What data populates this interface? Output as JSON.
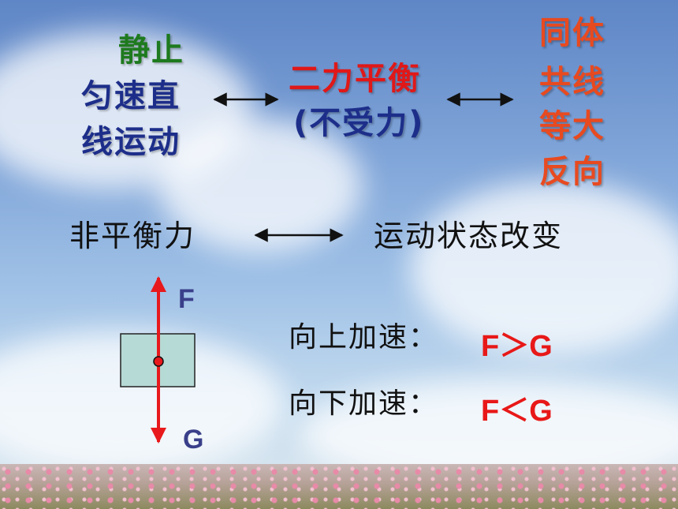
{
  "left_block": {
    "line1": "静止",
    "line2": "匀速直",
    "line3": "线运动"
  },
  "middle_block": {
    "title": "二力平衡",
    "subtitle": "(不受力)"
  },
  "right_block": {
    "lines": [
      "同体",
      "共线",
      "等大",
      "反向"
    ]
  },
  "relation": {
    "left": "非平衡力",
    "right": "运动状态改变"
  },
  "diagram": {
    "force_up_label": "F",
    "force_down_label": "G"
  },
  "cases": {
    "up_label": "向上加速：",
    "up_relation": "F＞G",
    "down_label": "向下加速：",
    "down_relation": "F＜G"
  },
  "colors": {
    "green_text": "#1e7a1e",
    "blue_text": "#1d2e8a",
    "red_text": "#e01818",
    "arrow_red": "#e8191c",
    "box_fill": "#b6dad6"
  }
}
